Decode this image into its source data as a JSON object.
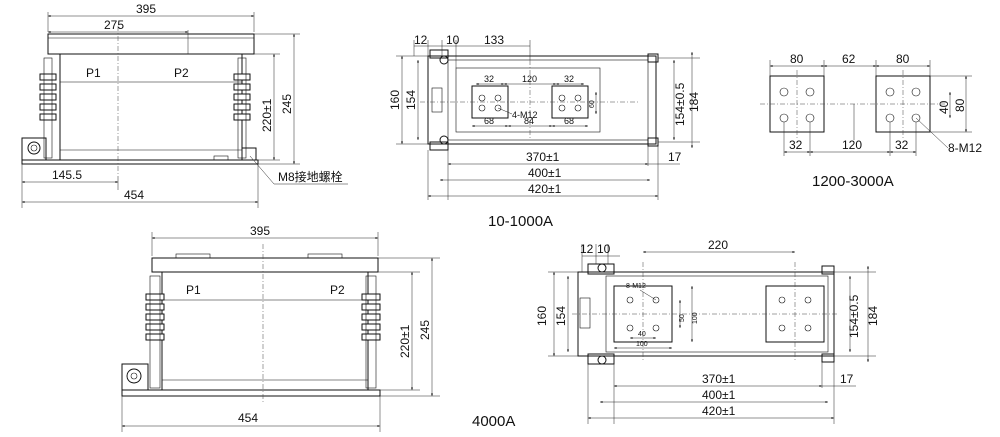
{
  "view_a": {
    "top_dim": "395",
    "inner_dim": "275",
    "label_p1": "P1",
    "label_p2": "P2",
    "dim_220": "220±1",
    "dim_245": "245",
    "dim_145": "145.5",
    "dim_454": "454",
    "bolt_note": "M8接地螺栓"
  },
  "view_b": {
    "dim_12": "12",
    "dim_10": "10",
    "dim_133": "133",
    "dim_32a": "32",
    "dim_120": "120",
    "dim_32b": "32",
    "dim_60": "60",
    "dim_68a": "68",
    "dim_84": "84",
    "dim_68b": "68",
    "hole_note": "4-M12",
    "dim_160": "160",
    "dim_154": "154",
    "dim_154_05": "154±0.5",
    "dim_184": "184",
    "dim_370": "370±1",
    "dim_17": "17",
    "dim_400": "400±1",
    "dim_420": "420±1",
    "caption": "10-1000A"
  },
  "view_c": {
    "dim_80a": "80",
    "dim_62": "62",
    "dim_80b": "80",
    "dim_40": "40",
    "dim_80v": "80",
    "dim_32a": "32",
    "dim_120": "120",
    "dim_32b": "32",
    "hole_note": "8-M12",
    "caption": "1200-3000A"
  },
  "view_d": {
    "top_dim": "395",
    "label_p1": "P1",
    "label_p2": "P2",
    "dim_220": "220±1",
    "dim_245": "245",
    "dim_454": "454",
    "caption": "4000A"
  },
  "view_e": {
    "dim_12": "12",
    "dim_10": "10",
    "dim_220": "220",
    "hole_note": "8-M12",
    "dim_50": "50",
    "dim_100v": "100",
    "dim_40": "40",
    "dim_100h": "100",
    "dim_160": "160",
    "dim_154": "154",
    "dim_154_05": "154±0.5",
    "dim_184": "184",
    "dim_370": "370±1",
    "dim_17": "17",
    "dim_400": "400±1",
    "dim_420": "420±1"
  }
}
